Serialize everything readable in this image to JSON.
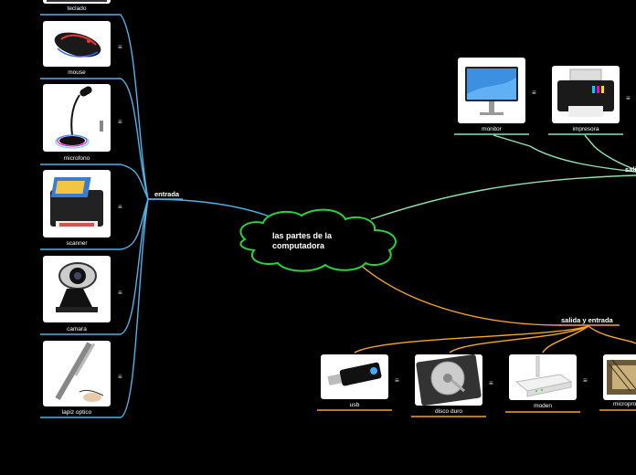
{
  "center": {
    "title": "las partes de la computadora"
  },
  "branches": {
    "entrada": {
      "label": "entrada",
      "color": "#4fb3e8",
      "items": [
        "teclado",
        "mouse",
        "microfono",
        "scanner",
        "camara",
        "lapiz optico"
      ]
    },
    "salida": {
      "label": "sali",
      "color": "#8ee3b0",
      "items": [
        "monitor",
        "impresora"
      ]
    },
    "salida_entrada": {
      "label": "salida y entrada",
      "color": "#f5a623",
      "items": [
        "usb",
        "disco duro",
        "moden",
        "micropro"
      ]
    }
  },
  "menu_glyph": "≡"
}
